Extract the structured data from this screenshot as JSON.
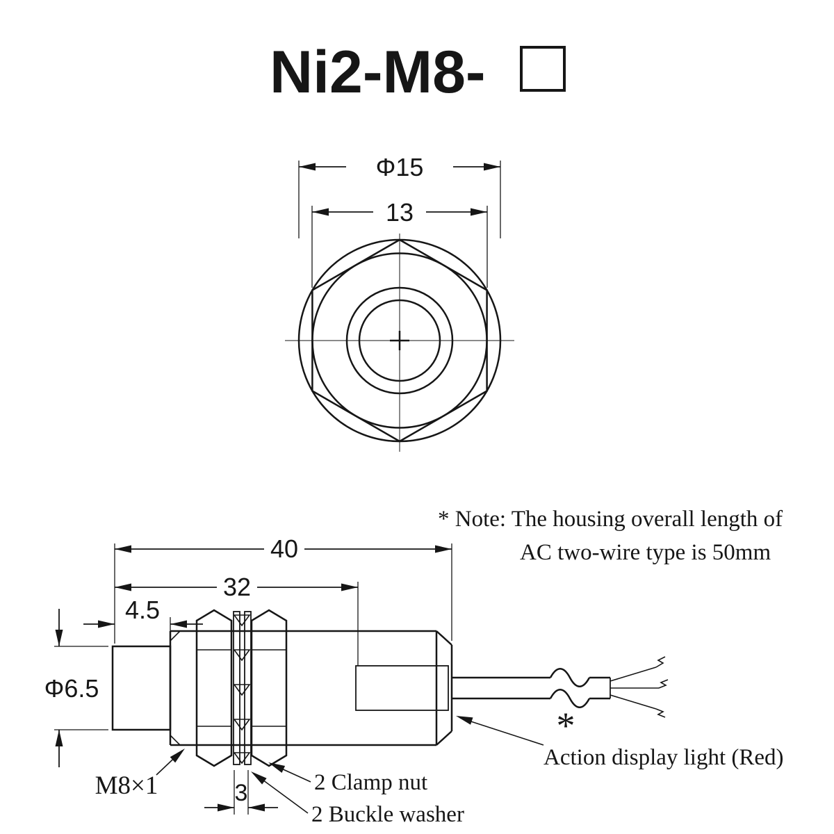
{
  "title": {
    "model": "Ni2-M8-"
  },
  "front_view": {
    "dim_outer_diameter": "Φ15",
    "dim_across_flats": "13"
  },
  "side_view": {
    "dim_total_length": "40",
    "dim_thread_length": "32",
    "dim_head_length": "4.5",
    "dim_head_diameter": "Φ6.5",
    "thread_label": "M8×1",
    "dim_nut_thickness": "3",
    "clamp_nut_label": "2 Clamp nut",
    "buckle_washer_label": "2 Buckle washer",
    "asterisk": "*",
    "action_light_label": "Action display light (Red)"
  },
  "note": {
    "line1": "* Note: The housing overall length of",
    "line2": "AC two-wire type is 50mm"
  },
  "colors": {
    "ink": "#161616",
    "background": "#ffffff"
  }
}
